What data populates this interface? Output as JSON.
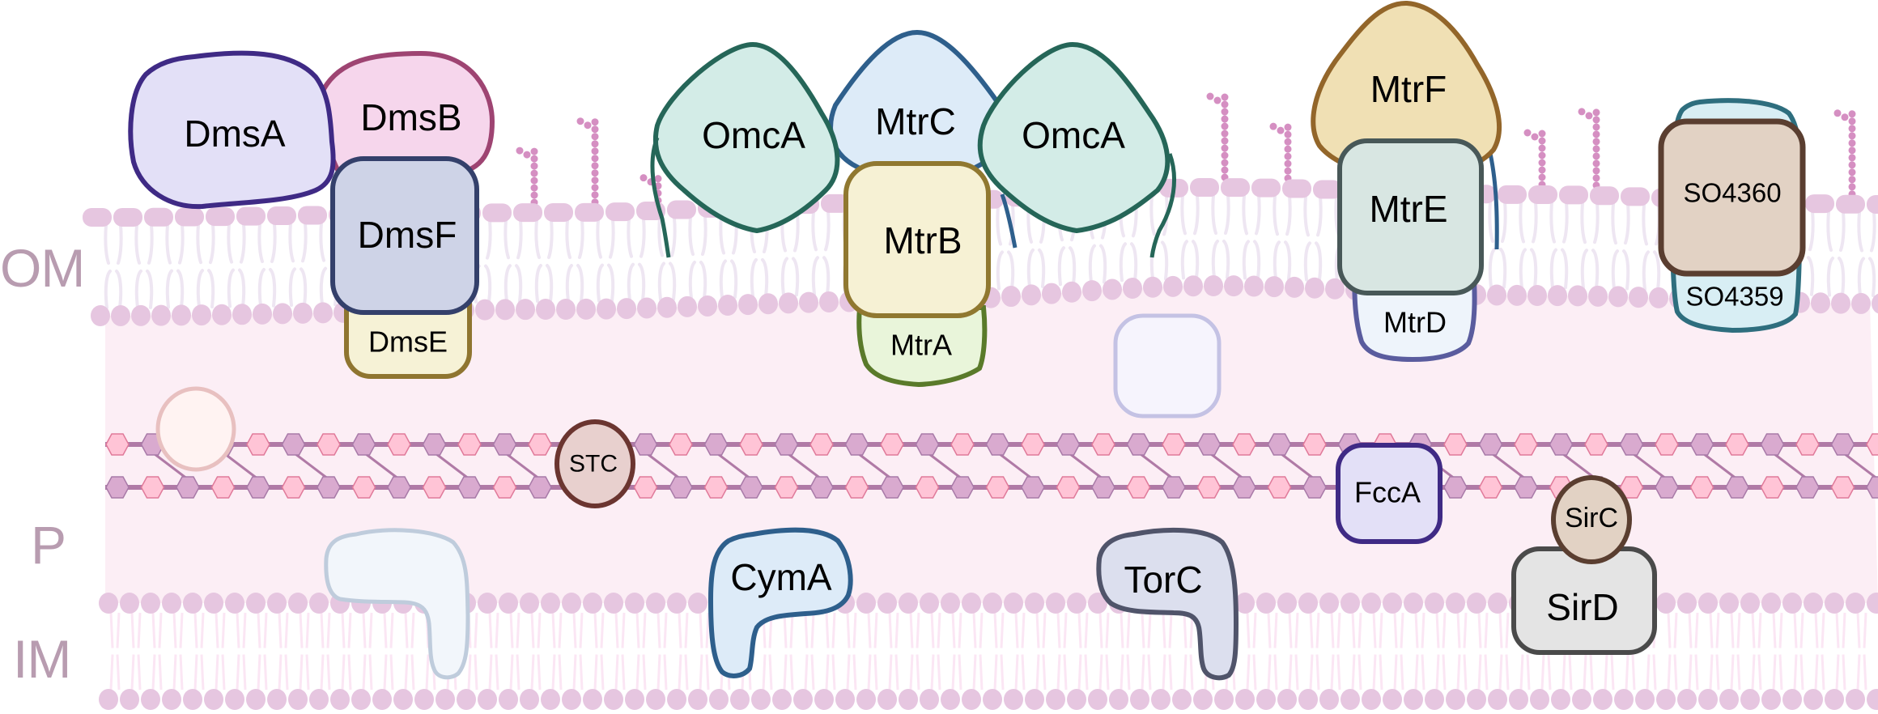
{
  "figure": {
    "description": "Shewanella cell envelope with outer membrane, periplasm with peptidoglycan, and inner membrane proteins",
    "colors": {
      "background": "#FFFFFF",
      "periplasm": "#FCEEF5",
      "lipid_head": "#E6C6E0",
      "lipid_tail_om": "#EEE6F2",
      "lipid_tail_im": "#FBE6F4",
      "lps_chain": "#D58FC2",
      "pg_pink_fill": "#FFC4D6",
      "pg_pink_stroke": "#E07A9A",
      "pg_purple_fill": "#D9AACF",
      "pg_purple_stroke": "#A87AA8",
      "pg_backbone": "#B07AA6",
      "region_label": "#B89CB0"
    }
  },
  "regions": [
    {
      "id": "om",
      "label": "OM"
    },
    {
      "id": "p",
      "label": "P"
    },
    {
      "id": "im",
      "label": "IM"
    }
  ],
  "proteins": {
    "dmsA": {
      "label": "DmsA",
      "fill": "#E3E0F7",
      "stroke": "#3F2A85"
    },
    "dmsB": {
      "label": "DmsB",
      "fill": "#F6D6EC",
      "stroke": "#9E4472"
    },
    "dmsF": {
      "label": "DmsF",
      "fill": "#CED3E7",
      "stroke": "#34406B"
    },
    "dmsE": {
      "label": "DmsE",
      "fill": "#F6F2D6",
      "stroke": "#8F7530"
    },
    "omcA_left": {
      "label": "OmcA",
      "fill": "#D3ECE7",
      "stroke": "#256658"
    },
    "mtrC": {
      "label": "MtrC",
      "fill": "#DDEBF8",
      "stroke": "#2E5F8C"
    },
    "omcA_right": {
      "label": "OmcA",
      "fill": "#D3ECE7",
      "stroke": "#256658"
    },
    "mtrB": {
      "label": "MtrB",
      "fill": "#F6F1D4",
      "stroke": "#907830"
    },
    "mtrA": {
      "label": "MtrA",
      "fill": "#E9F5DA",
      "stroke": "#5A7A2A"
    },
    "mtrF": {
      "label": "MtrF",
      "fill": "#F0E0B4",
      "stroke": "#93662A"
    },
    "mtrE": {
      "label": "MtrE",
      "fill": "#D8E6E2",
      "stroke": "#485858"
    },
    "mtrD": {
      "label": "MtrD",
      "fill": "#EEF4FB",
      "stroke": "#5A5C9E"
    },
    "so4360": {
      "label": "SO4360",
      "fill": "#E2D2C4",
      "stroke": "#5A3E30"
    },
    "so4359": {
      "label": "SO4359",
      "fill": "#D8EEF4",
      "stroke": "#2E6E7E"
    },
    "stc": {
      "label": "STC",
      "fill": "#E8D0CE",
      "stroke": "#6B3530"
    },
    "fccA": {
      "label": "FccA",
      "fill": "#E3E0F7",
      "stroke": "#3F2A85"
    },
    "sirC": {
      "label": "SirC",
      "fill": "#E2D2C4",
      "stroke": "#5A3E30"
    },
    "sirD": {
      "label": "SirD",
      "fill": "#E4E4E4",
      "stroke": "#4A4A4A"
    },
    "cymA": {
      "label": "CymA",
      "fill": "#DDEBF8",
      "stroke": "#2E5F8C"
    },
    "torC": {
      "label": "TorC",
      "fill": "#DCDFEE",
      "stroke": "#50546A"
    },
    "faded_periplasm_circle": {
      "label": "",
      "fill": "#FFF3F2",
      "stroke": "#E8C0C0"
    },
    "faded_periplasm_box": {
      "label": "",
      "fill": "#F6F4FD",
      "stroke": "#C4C2E4"
    },
    "faded_im_protein": {
      "label": "",
      "fill": "#F2F6FB",
      "stroke": "#BFCCDC"
    }
  }
}
